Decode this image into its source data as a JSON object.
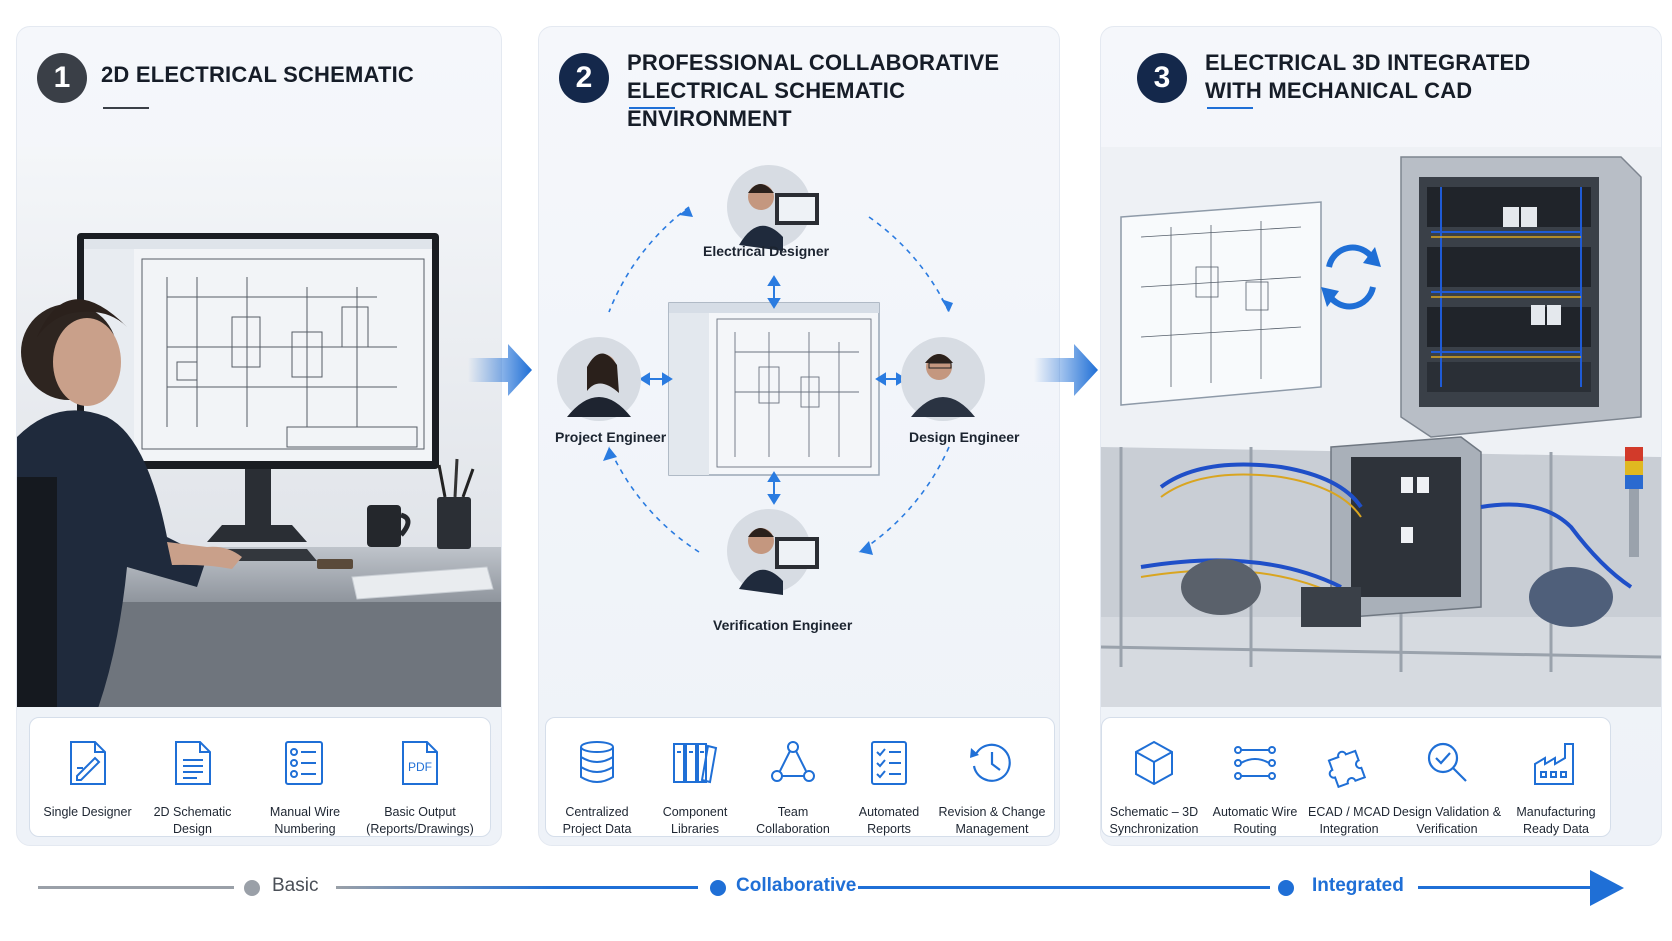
{
  "colors": {
    "accent": "#1f6fd6",
    "navy": "#14284b",
    "gray": "#9aa0a8",
    "dark": "#3a3f47"
  },
  "panels": [
    {
      "number": "1",
      "title_lines": [
        "2D ELECTRICAL SCHEMATIC"
      ],
      "features": [
        {
          "label": "Single Designer",
          "icon": "pencil-page-icon"
        },
        {
          "label": "2D Schematic\nDesign",
          "icon": "document-icon"
        },
        {
          "label": "Manual Wire\nNumbering",
          "icon": "checklist-icon"
        },
        {
          "label": "Basic Output\n(Reports/Drawings)",
          "icon": "pdf-icon"
        }
      ]
    },
    {
      "number": "2",
      "title_lines": [
        "PROFESSIONAL COLLABORATIVE",
        "ELECTRICAL SCHEMATIC ENVIRONMENT"
      ],
      "roles": {
        "top": "Electrical Designer",
        "left": "Project Engineer",
        "right": "Design Engineer",
        "bottom": "Verification Engineer"
      },
      "features": [
        {
          "label": "Centralized\nProject Data",
          "icon": "database-icon"
        },
        {
          "label": "Component\nLibraries",
          "icon": "library-icon"
        },
        {
          "label": "Team\nCollaboration",
          "icon": "network-icon"
        },
        {
          "label": "Automated\nReports",
          "icon": "report-icon"
        },
        {
          "label": "Revision & Change\nManagement",
          "icon": "history-icon"
        }
      ]
    },
    {
      "number": "3",
      "title_lines": [
        "ELECTRICAL 3D INTEGRATED",
        "WITH MECHANICAL CAD"
      ],
      "features": [
        {
          "label": "Schematic – 3D\nSynchronization",
          "icon": "cube-icon"
        },
        {
          "label": "Automatic Wire\nRouting",
          "icon": "routing-icon"
        },
        {
          "label": "ECAD / MCAD\nIntegration",
          "icon": "puzzle-icon"
        },
        {
          "label": "Design Validation &\nVerification",
          "icon": "magnifier-check-icon"
        },
        {
          "label": "Manufacturing\nReady Data",
          "icon": "factory-icon"
        }
      ]
    }
  ],
  "timeline": {
    "stages": [
      "Basic",
      "Collaborative",
      "Integrated"
    ]
  }
}
